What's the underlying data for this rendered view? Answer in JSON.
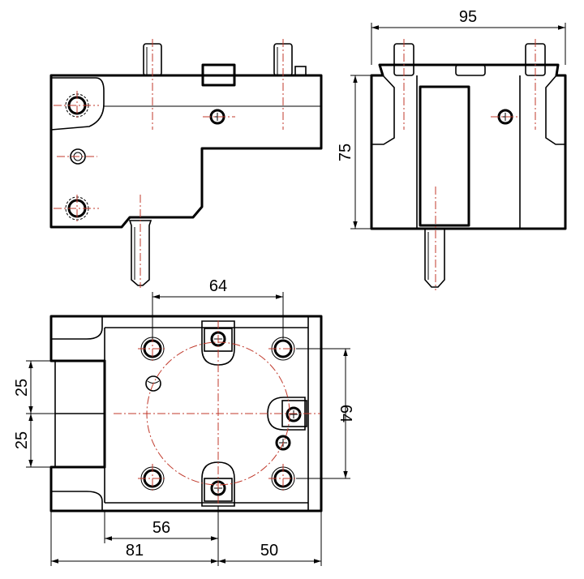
{
  "dimensions": {
    "overall_width": "95",
    "overall_height": "75",
    "pin_spacing": "64",
    "vertical_spacing": "64",
    "offset_upper": "25",
    "offset_lower": "25",
    "length_56": "56",
    "length_81": "81",
    "length_50": "50"
  },
  "colors": {
    "outline": "#000000",
    "centerline": "#c0392b",
    "background": "#ffffff"
  }
}
